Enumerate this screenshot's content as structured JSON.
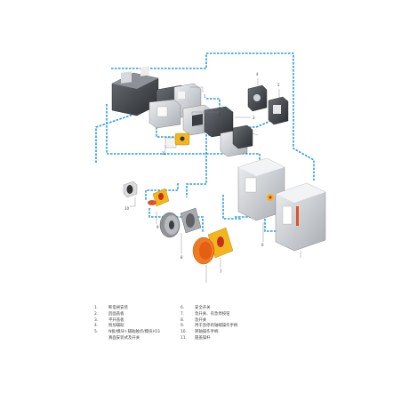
{
  "colors": {
    "connector": "#2b9fd8",
    "housing": "#c9cdd2",
    "dark": "#3c3f44",
    "yellow": "#f2b51c",
    "red": "#e0502a",
    "orange": "#ef7a22"
  },
  "callouts": [
    "1",
    "2",
    "3",
    "4",
    "5",
    "6",
    "7",
    "8",
    "9",
    "10",
    "11"
  ],
  "legend": {
    "left": [
      {
        "num": "1.",
        "text": "断电闸安装"
      },
      {
        "num": "2.",
        "text": "后面盖板"
      },
      {
        "num": "3.",
        "text": "平开盖板"
      },
      {
        "num": "4.",
        "text": "附加辅助"
      },
      {
        "num": "5.",
        "text": "N极/模块+辅助触点/模块H11"
      },
      {
        "num": "",
        "text": "真面安装式及开关"
      }
    ],
    "right": [
      {
        "num": "6.",
        "text": "安全开关"
      },
      {
        "num": "7.",
        "text": "急开关、有急停按钮"
      },
      {
        "num": "8.",
        "text": "急开关"
      },
      {
        "num": "9.",
        "text": "用于急停的轴端操作手柄"
      },
      {
        "num": "10.",
        "text": "转轴操作手柄"
      },
      {
        "num": "11.",
        "text": "圆盖操杆"
      }
    ]
  }
}
